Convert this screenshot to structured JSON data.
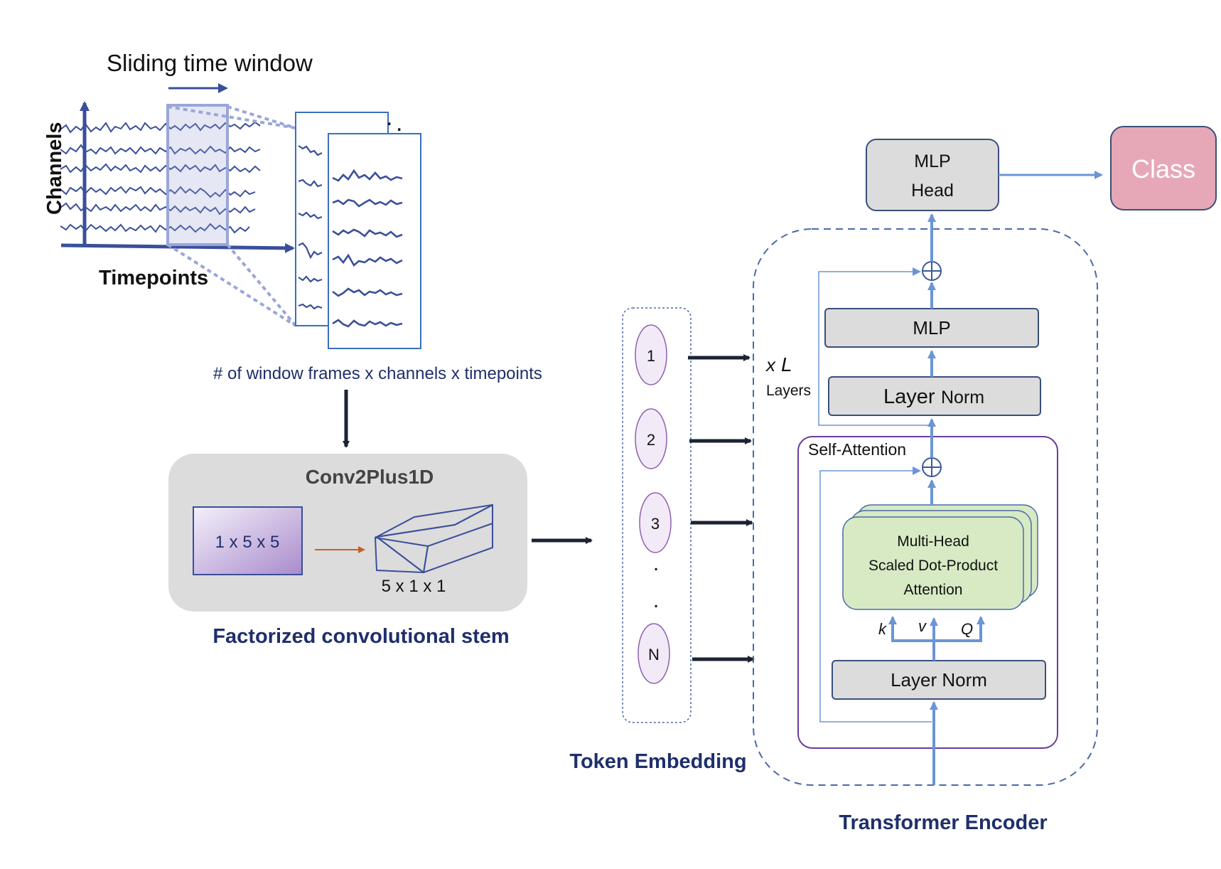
{
  "window": {
    "sliding_label": "Sliding  time window",
    "channels_label": "Channels",
    "timepoints_label": "Timepoints",
    "frames_caption": "# of window frames x channels x timepoints",
    "dots": "."
  },
  "stem": {
    "title": "Conv2Plus1D",
    "kernel_spatial": "1  x 5 x 5",
    "kernel_temporal": "5 x 1 x 1",
    "caption": "Factorized convolutional stem"
  },
  "tokens": {
    "items": [
      "1",
      "2",
      "3",
      "N"
    ],
    "ellipsis": ".",
    "caption": "Token Embedding"
  },
  "encoder": {
    "repeat_label_x": "x",
    "repeat_label_l": "L",
    "layers_label": "Layers",
    "mlp_label": "MLP",
    "layer_norm_top_a": "Layer",
    "layer_norm_top_b": "Norm",
    "self_attention_label": "Self-Attention",
    "attention_line1": "Multi-Head",
    "attention_line2": "Scaled  Dot-Product",
    "attention_line3": "Attention",
    "k": "k",
    "v": "v",
    "q": "Q",
    "layer_norm_bottom": "Layer  Norm",
    "caption": "Transformer Encoder"
  },
  "head": {
    "line1": "MLP",
    "line2": "Head",
    "class_label": "Class"
  },
  "colors": {
    "navy": "#1f2f6b",
    "signal_blue": "#3a4f9a",
    "flow_blue": "#6b95d4",
    "gray_box": "#dcdcdc",
    "green_box": "#d7eac4",
    "class_pink": "#e6a8b7",
    "purple_frame": "#6a3d9a"
  }
}
